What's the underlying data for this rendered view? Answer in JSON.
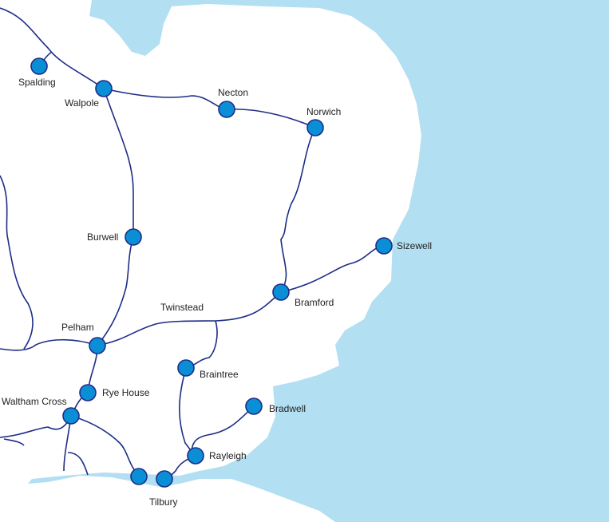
{
  "colors": {
    "sea": "#b3dff2",
    "line": "#1e2d86",
    "node": "#0a8fd6",
    "land": "#ffffff"
  },
  "nodes": [
    {
      "id": "spalding",
      "label": "Spalding"
    },
    {
      "id": "walpole",
      "label": "Walpole"
    },
    {
      "id": "necton",
      "label": "Necton"
    },
    {
      "id": "norwich",
      "label": "Norwich"
    },
    {
      "id": "burwell",
      "label": "Burwell"
    },
    {
      "id": "sizewell",
      "label": "Sizewell"
    },
    {
      "id": "bramford",
      "label": "Bramford"
    },
    {
      "id": "twinstead",
      "label": "Twinstead"
    },
    {
      "id": "pelham",
      "label": "Pelham"
    },
    {
      "id": "braintree",
      "label": "Braintree"
    },
    {
      "id": "rye-house",
      "label": "Rye House"
    },
    {
      "id": "waltham-cross",
      "label": "Waltham Cross"
    },
    {
      "id": "bradwell",
      "label": "Bradwell"
    },
    {
      "id": "rayleigh",
      "label": "Rayleigh"
    },
    {
      "id": "tilbury",
      "label": "Tilbury"
    }
  ]
}
